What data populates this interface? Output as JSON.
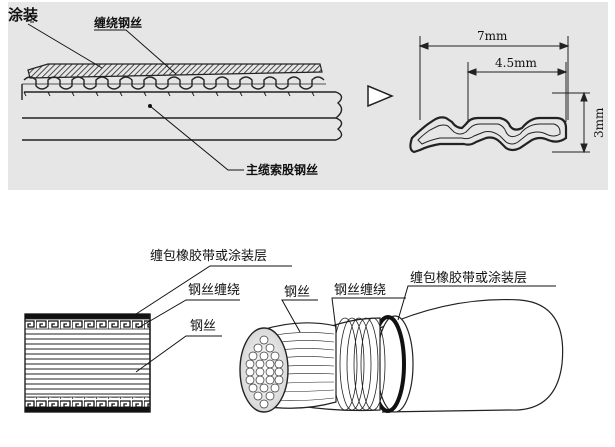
{
  "top_figure": {
    "coating_label": "涂装",
    "wrapping_wire_label": "缠绕钢丝",
    "main_cable_wire_label": "主缆索股钢丝",
    "dim_width_total": "7mm",
    "dim_width_inner": "4.5mm",
    "dim_height": "3mm"
  },
  "bottom_left_figure": {
    "wrap_layer_label": "缠包橡胶带或涂装层",
    "wire_wrap_label": "钢丝缠绕",
    "wire_label": "钢丝"
  },
  "bottom_right_figure": {
    "wire_label": "钢丝",
    "wire_wrap_label": "钢丝缠绕",
    "wrap_layer_label": "缠包橡胶带或涂装层"
  },
  "colors": {
    "top_panel_bg": "#e6e6e6",
    "line": "#222222",
    "hatch": "#333333"
  }
}
